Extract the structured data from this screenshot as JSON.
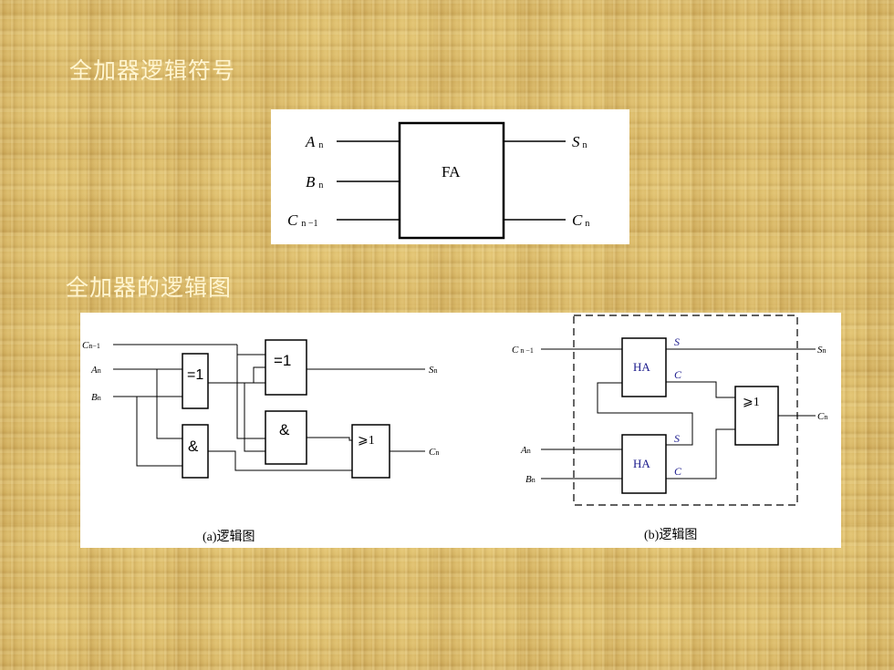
{
  "slide": {
    "heading_1": "全加器逻辑符号",
    "heading_2": "全加器的逻辑图"
  },
  "colors": {
    "background": "#d9b866",
    "heading_text": "#fff5d0",
    "panel": "#ffffff",
    "line": "#000000",
    "ha_port_label": "#1a1a8c"
  },
  "fa_symbol": {
    "block_label": "FA",
    "inputs": [
      {
        "main": "A",
        "sub": "n"
      },
      {
        "main": "B",
        "sub": "n"
      },
      {
        "main": "C",
        "sub": "n −1"
      }
    ],
    "outputs": [
      {
        "main": "S",
        "sub": "n"
      },
      {
        "main": "C",
        "sub": "n"
      }
    ]
  },
  "diagram_a": {
    "caption": "(a)逻辑图",
    "inputs": [
      {
        "main": "C",
        "sub": "n−1"
      },
      {
        "main": "A",
        "sub": "n"
      },
      {
        "main": "B",
        "sub": "n"
      }
    ],
    "outputs": [
      {
        "main": "S",
        "sub": "n"
      },
      {
        "main": "C",
        "sub": "n"
      }
    ],
    "gates": {
      "xor1": "=1",
      "xor2": "=1",
      "and1": "&",
      "and2": "&",
      "or1": "⩾1"
    }
  },
  "diagram_b": {
    "caption": "(b)逻辑图",
    "inputs": [
      {
        "main": "C",
        "sub": "n −1"
      },
      {
        "main": "A",
        "sub": "n"
      },
      {
        "main": "B",
        "sub": "n"
      }
    ],
    "outputs": [
      {
        "main": "S",
        "sub": "n"
      },
      {
        "main": "C",
        "sub": "n"
      }
    ],
    "half_adder_label": "HA",
    "ha_ports": {
      "sum": "S",
      "carry": "C"
    },
    "or_gate": "⩾1"
  }
}
